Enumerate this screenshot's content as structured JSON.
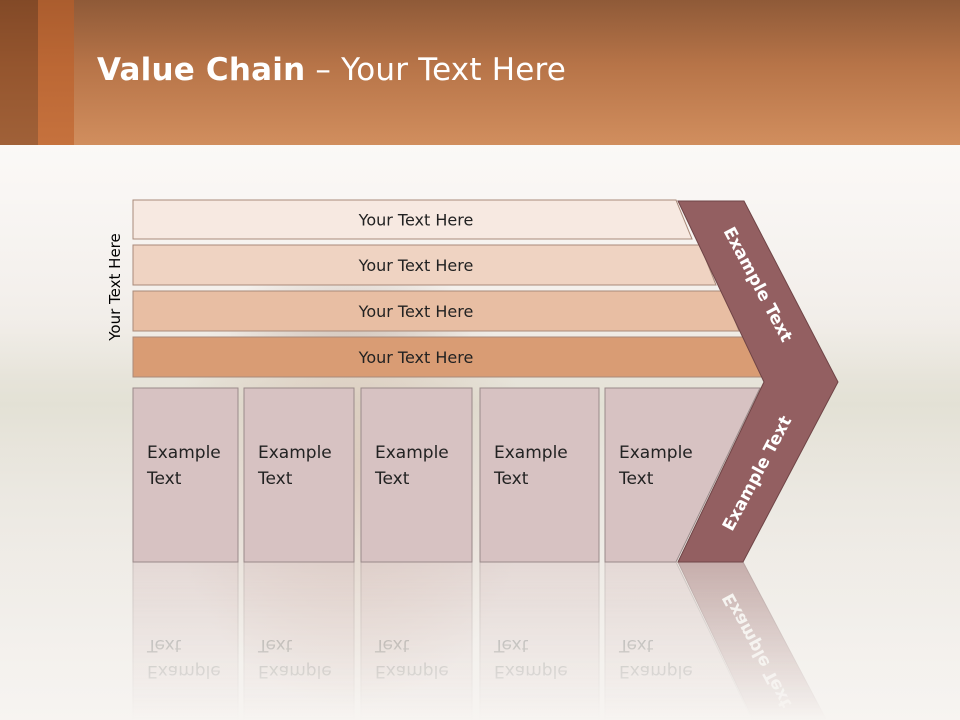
{
  "slide": {
    "title_bold": "Value Chain",
    "title_rest": " – Your Text Here",
    "side_label": "Your Text Here"
  },
  "bars": [
    {
      "label": "Your Text Here",
      "color": "#f7e9e1"
    },
    {
      "label": "Your Text Here",
      "color": "#efd3c2"
    },
    {
      "label": "Your Text Here",
      "color": "#e8bea3"
    },
    {
      "label": "Your Text Here",
      "color": "#d99c74"
    }
  ],
  "boxes": [
    {
      "line1": "Example",
      "line2": "Text"
    },
    {
      "line1": "Example",
      "line2": "Text"
    },
    {
      "line1": "Example",
      "line2": "Text"
    },
    {
      "line1": "Example",
      "line2": "Text"
    },
    {
      "line1": "Example",
      "line2": "Text"
    }
  ],
  "chevron": {
    "upper_label": "Example Text",
    "lower_label": "Example Text",
    "color": "#935f61"
  },
  "colors": {
    "box_fill": "#d7c2c2",
    "box_stroke": "#9a8a8a",
    "header": "#c47f52"
  }
}
